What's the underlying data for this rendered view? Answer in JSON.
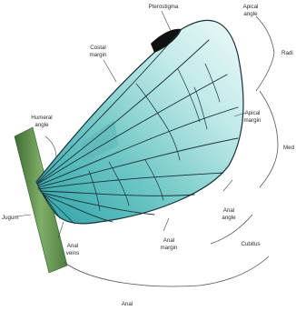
{
  "labels": {
    "pterostigma": "Pterostigma",
    "apical_angle_1": "Apical",
    "apical_angle_2": "angle",
    "radial": "Radi",
    "costal_margin_1": "Costal",
    "costal_margin_2": "margin",
    "apical_margin_1": "Apical",
    "apical_margin_2": "margin",
    "medial": "Med",
    "humeral_angle_1": "Humeral",
    "humeral_angle_2": "angle",
    "jugum": "Jugum",
    "anal_angle_1": "Anal",
    "anal_angle_2": "angle",
    "cubitus": "Cubitus",
    "anal_margin_1": "Anal",
    "anal_margin_2": "margin",
    "anal_veins_1": "Anal",
    "anal_veins_2": "veins",
    "anal_bottom": "Anal"
  },
  "colors": {
    "wing_light": "#e6f7f6",
    "wing_mid": "#8ed2cf",
    "wing_dark": "#2fa2a6",
    "pterostigma": "#111111",
    "body_green": "#6f9d5a",
    "body_dark": "#3f6b34"
  }
}
